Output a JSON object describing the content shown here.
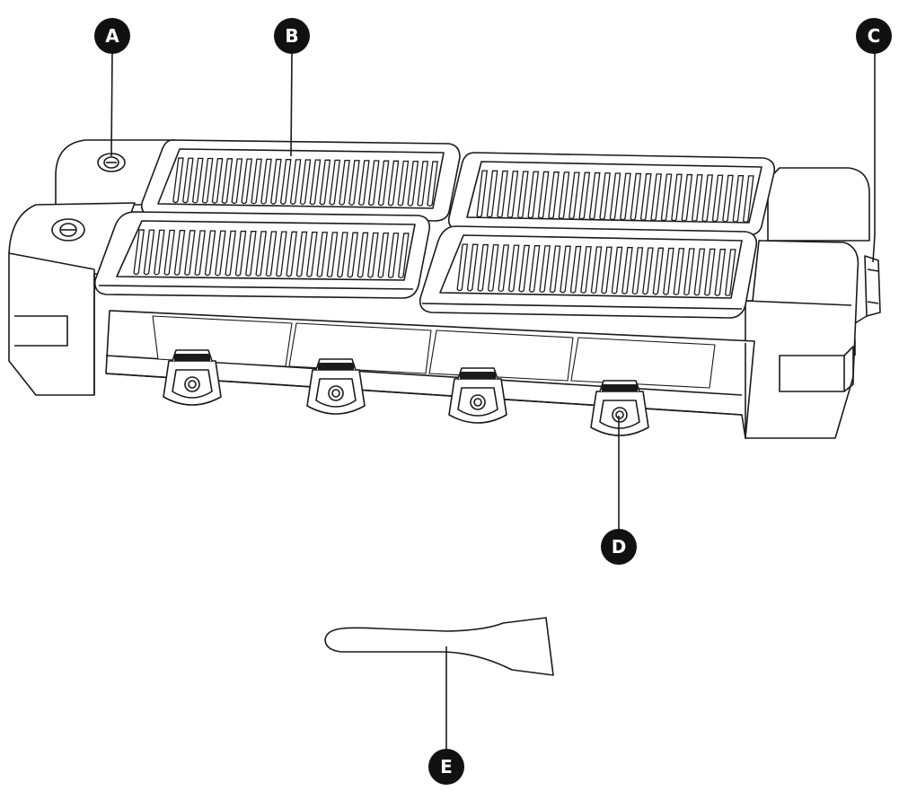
{
  "callouts": [
    {
      "id": "A",
      "label": "A",
      "target": "dial-left-rear"
    },
    {
      "id": "B",
      "label": "B",
      "target": "grill-plate"
    },
    {
      "id": "C",
      "label": "C",
      "target": "side-power-switch"
    },
    {
      "id": "D",
      "label": "D",
      "target": "raclette-pan-handle"
    },
    {
      "id": "E",
      "label": "E",
      "target": "spatula"
    }
  ],
  "colors": {
    "line": "#1a1a1a",
    "callout_fill": "#111111",
    "callout_text": "#ffffff",
    "background": "#ffffff"
  }
}
